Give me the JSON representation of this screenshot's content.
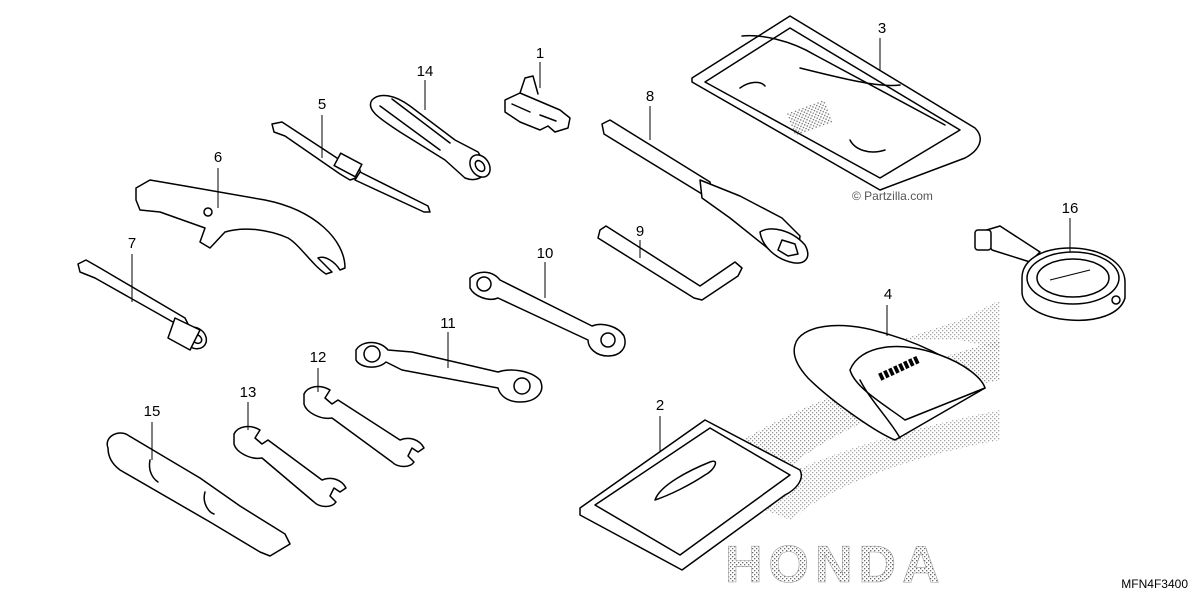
{
  "diagram": {
    "code": "MFN4F3400",
    "watermark": "© Partzilla.com",
    "brand": "HONDA",
    "callouts": [
      "1",
      "2",
      "3",
      "4",
      "5",
      "6",
      "7",
      "8",
      "9",
      "10",
      "11",
      "12",
      "13",
      "14",
      "15",
      "16"
    ]
  }
}
